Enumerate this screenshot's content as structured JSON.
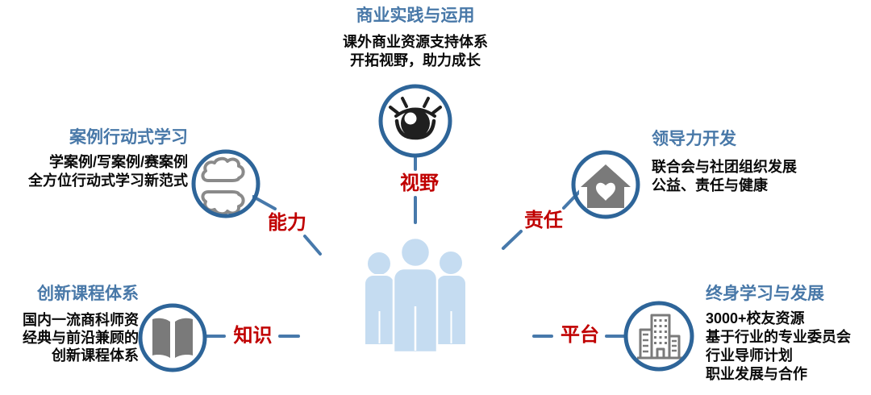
{
  "colors": {
    "title_blue": "#4878A8",
    "keyword_red": "#C00000",
    "circle_stroke": "#2E6599",
    "connector_blue": "#4779AB",
    "icon_gray": "#7A7A7A",
    "icon_dark": "#1F1F1F",
    "people_blue": "#C5DCF1"
  },
  "nodes": {
    "top": {
      "title": "商业实践与运用",
      "lines": [
        "课外商业资源支持体系",
        "开拓视野，助力成长"
      ],
      "keyword": "视野",
      "icon": "eye-icon"
    },
    "upper_left": {
      "title": "案例行动式学习",
      "lines": [
        "学案例/写案例/赛案例",
        "全方位行动式学习新范式"
      ],
      "keyword": "能力",
      "icon": "brain-icon"
    },
    "upper_right": {
      "title": "领导力开发",
      "lines": [
        "联合会与社团组织发展",
        "公益、责任与健康"
      ],
      "keyword": "责任",
      "icon": "house-heart-icon"
    },
    "lower_left": {
      "title": "创新课程体系",
      "lines": [
        "国内一流商科师资",
        "经典与前沿兼顾的",
        "创新课程体系"
      ],
      "keyword": "知识",
      "icon": "open-book-icon"
    },
    "lower_right": {
      "title": "终身学习与发展",
      "lines": [
        "3000+校友资源",
        "基于行业的专业委员会",
        "行业导师计划",
        "职业发展与合作"
      ],
      "keyword": "平台",
      "icon": "buildings-icon"
    },
    "center": {
      "figure": "three-people"
    }
  }
}
